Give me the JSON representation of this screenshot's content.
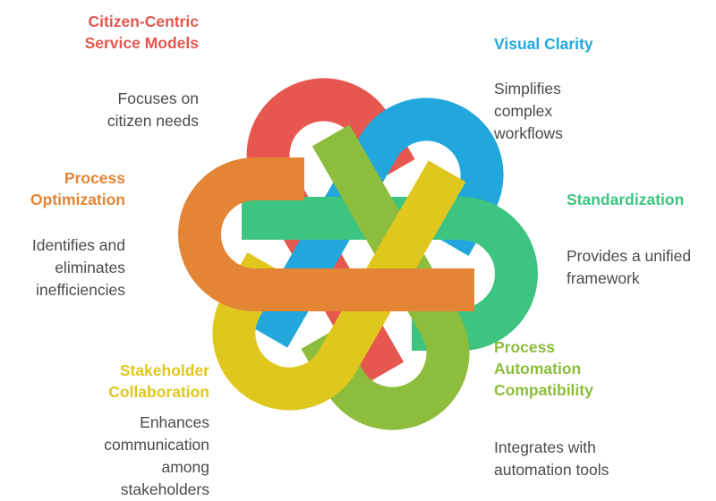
{
  "colors": {
    "red": "#E5574F",
    "blue": "#22A7DD",
    "green": "#3DC480",
    "orange": "#E48535",
    "yellow": "#E0C71E",
    "lime": "#8DBD3C"
  },
  "items": [
    {
      "title": "Citizen-Centric Service Models",
      "title_lines": [
        "Citizen-Centric",
        "Service Models"
      ],
      "desc_lines": [
        "Focuses on",
        "citizen needs"
      ],
      "color": "#E5574F"
    },
    {
      "title": "Visual Clarity",
      "title_lines": [
        "Visual Clarity"
      ],
      "desc_lines": [
        "Simplifies",
        "complex",
        "workflows"
      ],
      "color": "#22A7DD"
    },
    {
      "title": "Process Optimization",
      "title_lines": [
        "Process",
        "Optimization"
      ],
      "desc_lines": [
        "Identifies and",
        "eliminates",
        "inefficiencies"
      ],
      "color": "#E48535"
    },
    {
      "title": "Standardization",
      "title_lines": [
        "Standardization"
      ],
      "desc_lines": [
        "Provides a unified",
        "framework"
      ],
      "color": "#3DC480"
    },
    {
      "title": "Stakeholder Collaboration",
      "title_lines": [
        "Stakeholder",
        "Collaboration"
      ],
      "desc_lines": [
        "Enhances",
        "communication",
        "among",
        "stakeholders"
      ],
      "color": "#E0C71E"
    },
    {
      "title": "Process Automation Compatibility",
      "title_lines": [
        "Process",
        "Automation",
        "Compatibility"
      ],
      "desc_lines": [
        "Integrates with",
        "automation tools"
      ],
      "color": "#8DBD3C"
    }
  ]
}
